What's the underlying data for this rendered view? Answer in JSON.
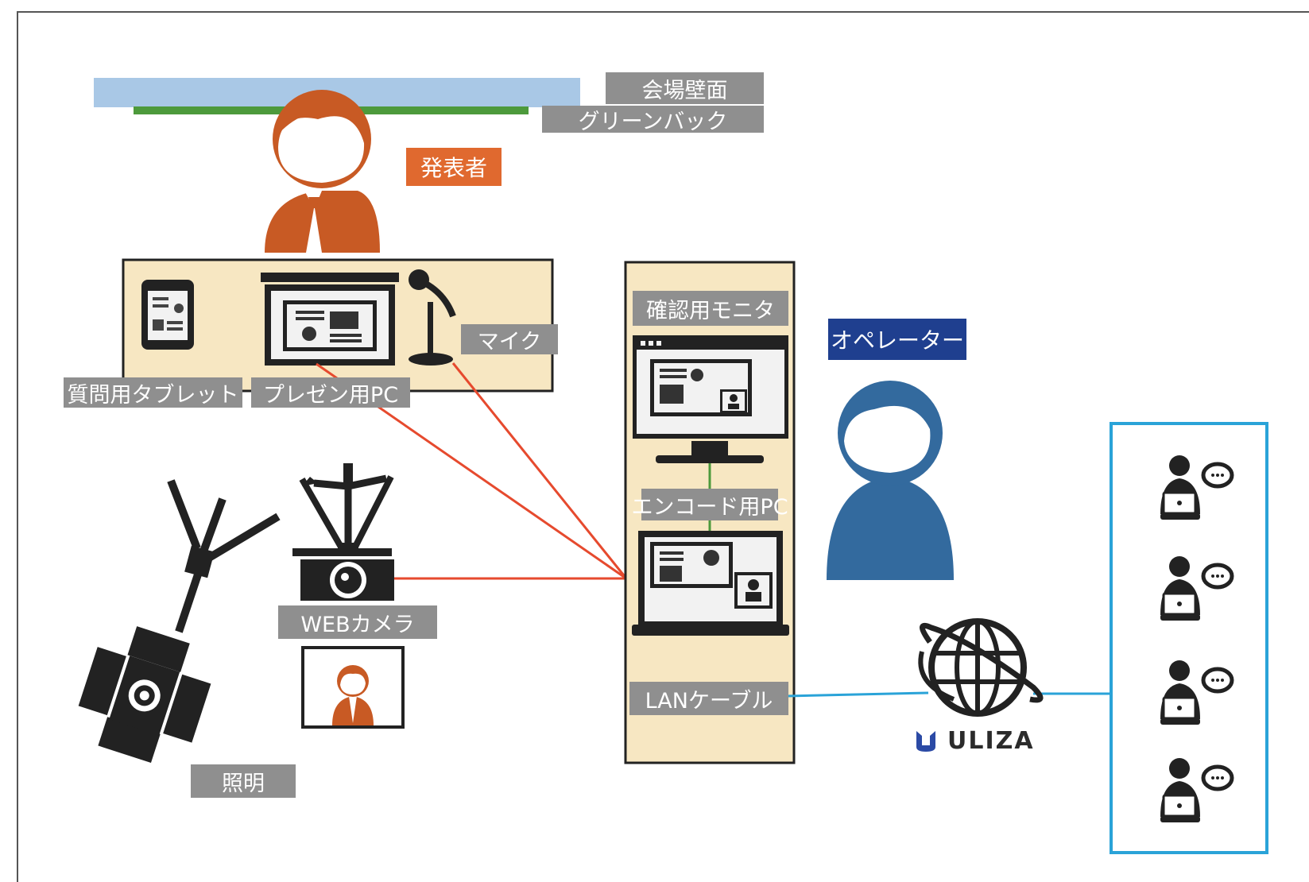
{
  "labels": {
    "venue_wall": "会場壁面",
    "green_back": "グリーンバック",
    "presenter": "発表者",
    "mic": "マイク",
    "question_tablet": "質問用タブレット",
    "presentation_pc": "プレゼン用PC",
    "check_monitor": "確認用モニタ",
    "operator": "オペレーター",
    "encode_pc": "エンコード用PC",
    "web_camera": "WEBカメラ",
    "lan_cable": "LANケーブル",
    "lighting": "照明"
  },
  "brand": {
    "name": "ULIZA"
  },
  "colors": {
    "wall": "#a9c8e6",
    "green_back": "#4d9a3c",
    "presenter": "#c85a24",
    "operator": "#336a9e",
    "operator_tag": "#1f3f8f",
    "desk": "#f7e7c2",
    "red_line": "#e64a2e",
    "blue_line": "#2aa3d8",
    "label_bg": "#8f8f8f"
  },
  "icons": {
    "presenter": "presenter-person-icon",
    "operator": "operator-person-icon",
    "tablet": "tablet-icon",
    "laptop": "laptop-icon",
    "microphone": "microphone-icon",
    "monitor": "monitor-icon",
    "camera": "web-camera-icon",
    "light": "lighting-icon",
    "globe": "globe-icon",
    "viewer": "viewer-icon"
  }
}
